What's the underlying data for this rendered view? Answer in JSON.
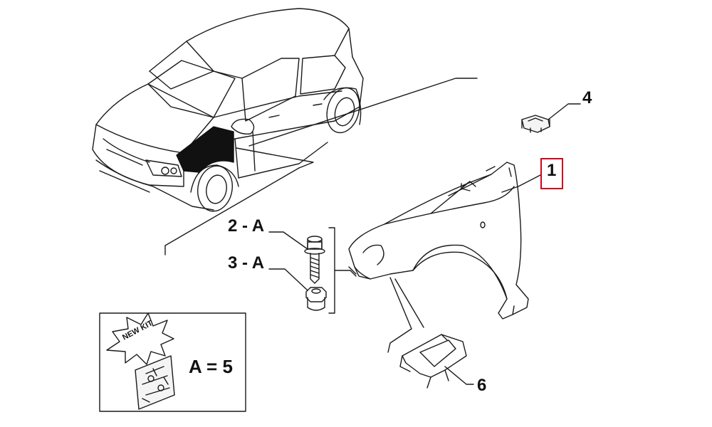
{
  "callouts": {
    "part_1": "1",
    "part_2": "2 - A",
    "part_3": "3 - A",
    "part_4": "4",
    "part_6": "6"
  },
  "kit": {
    "stamp_text": "NEW KIT",
    "quantity": "A = 5"
  },
  "colors": {
    "line": "#1a1a1a",
    "highlight": "#d0021b",
    "fill_dark": "#111111",
    "fill_light": "#f4f4f4"
  },
  "icons": {
    "car": "car-illustration",
    "fender": "fender-part",
    "bolt": "bolt-part",
    "nut": "nut-part",
    "clip": "clip-part",
    "bracket": "bracket-part",
    "kit_bag": "kit-bag"
  }
}
